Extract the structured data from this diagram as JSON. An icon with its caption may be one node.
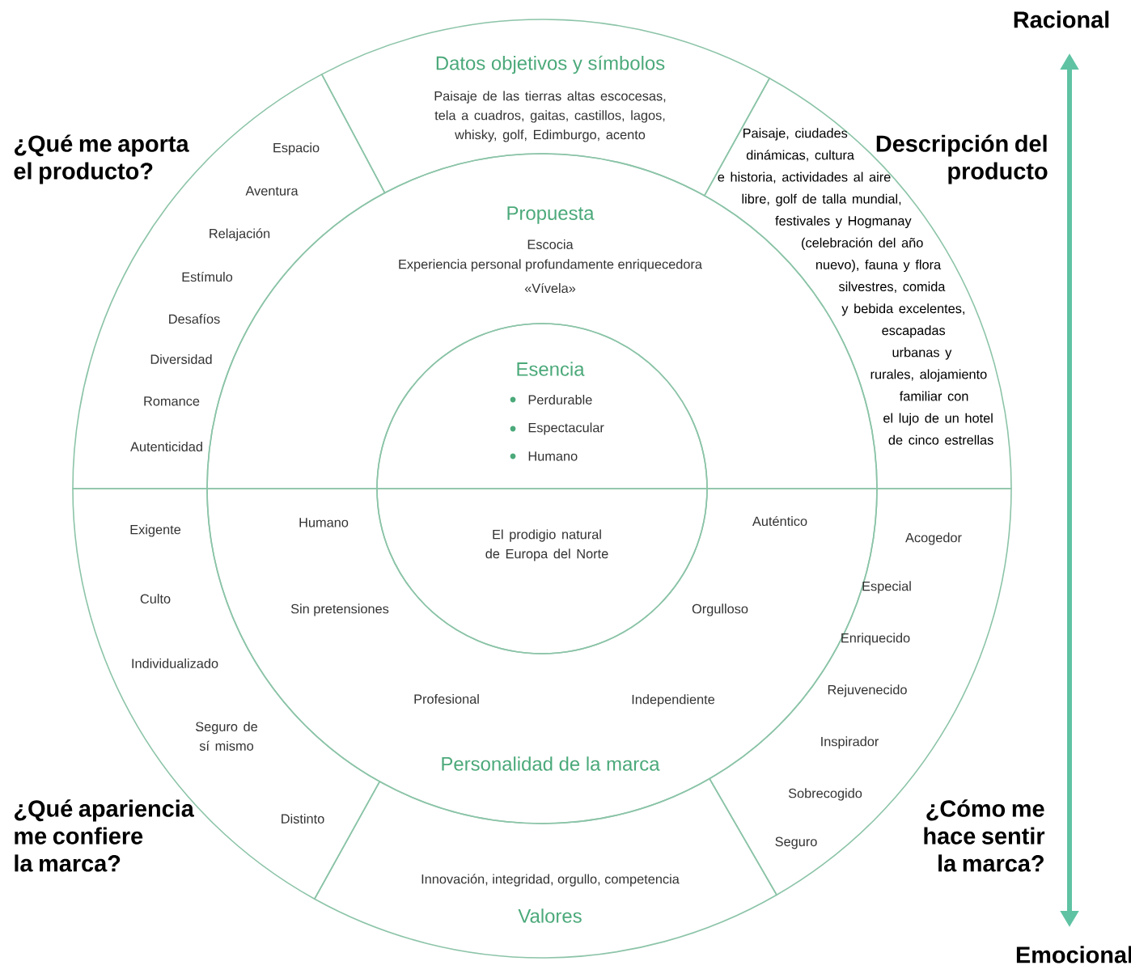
{
  "diagram": {
    "nodes": [
      {
        "text": [
          "Datos objetivos y símbolos",
          "Paisaje de las tierras altas escocesas, tela a cuadros, gaitas, castillos, lagos, whisky, golf, Edimburgo, acento"
        ]
      },
      {
        "text": [
          "Paisaje, ciudades dinámicas, cultura e historia, actividades al aire libre, golf de talla mundial, festivales y Hogmanay (celebración del año nuevo), fauna y flora silvestres, comida y bebida excelentes, escapadas urbanas y rurales, alojamiento familiar con el lujo de un hotel de cinco estrellas"
        ]
      },
      {
        "text": [
          "Espacio",
          "Aventura",
          "Relajación",
          "Estímulo",
          "Desafíos",
          "Diversidad",
          "Romance",
          "Autenticidad"
        ]
      },
      {
        "text": [
          "Propuesta",
          "Escocia",
          "Experiencia personal profundamente enriquecedora",
          "«Vívela»"
        ]
      },
      {
        "text": [
          "Esencia",
          "Perdurable",
          "Espectacular",
          "Humano"
        ]
      },
      {
        "text": [
          "El prodigio natural de Europa del Norte"
        ]
      },
      {
        "text": [
          "Humano",
          "Sin pretensiones",
          "Profesional",
          "Independiente",
          "Orgulloso",
          "Auténtico",
          "Personalidad de la marca"
        ]
      },
      {
        "text": [
          "Exigente",
          "Culto",
          "Individualizado",
          "Seguro de sí mismo",
          "Distinto"
        ]
      },
      {
        "text": [
          "Innovación, integridad, orgullo, competencia",
          "Valores"
        ]
      },
      {
        "text": [
          "Acogedor",
          "Especial",
          "Enriquecido",
          "Rejuvenecido",
          "Inspirador",
          "Sobrecogido",
          "Seguro"
        ]
      }
    ],
    "labels": [
      "Racional",
      "¿Qué me aporta el producto?",
      "Descripción del producto",
      "¿Qué apariencia me confiere la marca?",
      "¿Cómo me hace sentir la marca?",
      "Emocional"
    ]
  }
}
